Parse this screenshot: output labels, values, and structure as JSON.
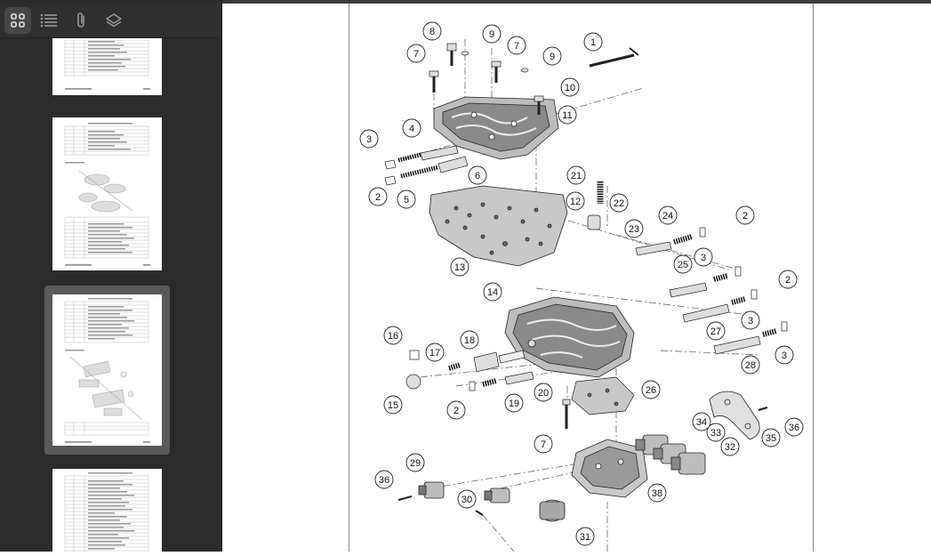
{
  "toolbar": {
    "buttons": [
      {
        "name": "thumbnails-view",
        "icon": "grid-icon",
        "active": true
      },
      {
        "name": "outline-view",
        "icon": "list-icon",
        "active": false
      },
      {
        "name": "attachments-view",
        "icon": "paperclip-icon",
        "active": false
      },
      {
        "name": "layers-view",
        "icon": "layers-icon",
        "active": false
      }
    ]
  },
  "thumbnails": [
    {
      "page": 1,
      "selected": false
    },
    {
      "page": 2,
      "selected": false
    },
    {
      "page": 3,
      "selected": true
    },
    {
      "page": 4,
      "selected": false
    }
  ],
  "diagram": {
    "callouts": [
      "1",
      "2",
      "3",
      "4",
      "5",
      "6",
      "7",
      "8",
      "9",
      "10",
      "11",
      "12",
      "13",
      "14",
      "15",
      "16",
      "17",
      "18",
      "19",
      "20",
      "21",
      "22",
      "23",
      "24",
      "25",
      "26",
      "27",
      "28",
      "29",
      "30",
      "31",
      "32",
      "33",
      "34",
      "35",
      "36",
      "38"
    ]
  },
  "colors": {
    "sidebar_bg": "#2b2b2b",
    "toolbar_active": "#474747",
    "selection": "#5a5a5a"
  }
}
